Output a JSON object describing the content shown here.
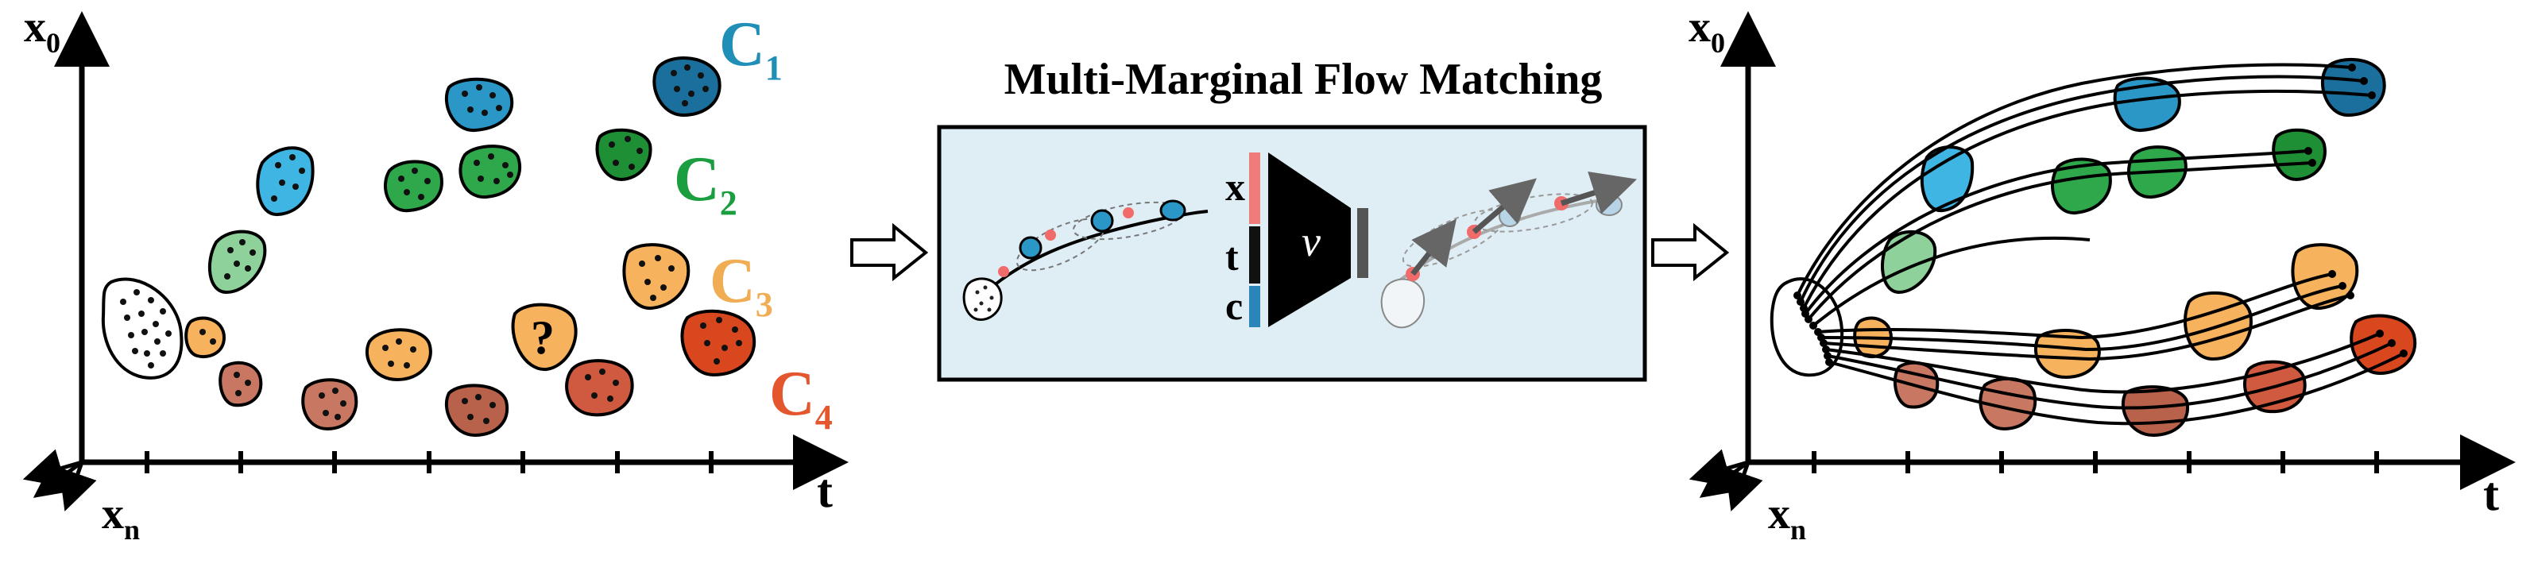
{
  "title": "Multi-Marginal Flow Matching",
  "axes": {
    "y_label": "x",
    "y_sub": "0",
    "x_label": "t",
    "n_label": "x",
    "n_sub": "n"
  },
  "clusters": [
    {
      "label": "C",
      "sub": "1",
      "color": "#1f8fb8"
    },
    {
      "label": "C",
      "sub": "2",
      "color": "#1a9e3f"
    },
    {
      "label": "C",
      "sub": "3",
      "color": "#f0ad54"
    },
    {
      "label": "C",
      "sub": "4",
      "color": "#e4572e"
    }
  ],
  "unknown_marker": "?",
  "network": {
    "inputs": [
      "x",
      "t",
      "c"
    ],
    "function": "v",
    "colors": {
      "x": "#f07b7b",
      "t": "#111111",
      "c": "#2a86b8"
    }
  },
  "colors": {
    "panel_bg": "#dfedf4",
    "blue": "#2a97c7",
    "light_blue": "#3fb5e3",
    "green": "#2ea84a",
    "light_green": "#8fd19a",
    "orange": "#f6b25c",
    "red": "#e05a2f",
    "brown": "#c87763",
    "dark_brown": "#c0654d",
    "white": "#ffffff",
    "red_point": "#f26b6b"
  }
}
